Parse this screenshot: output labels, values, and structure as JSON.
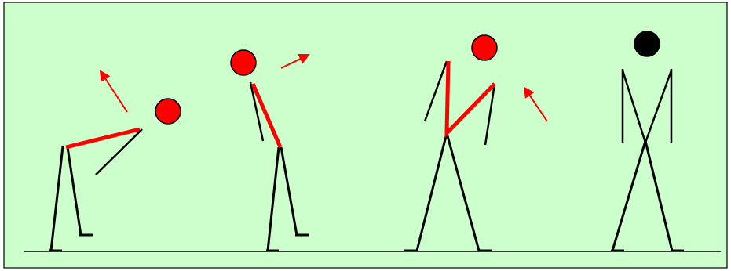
{
  "colors": {
    "background": "#ccffcc",
    "border": "#000000",
    "body": "#000000",
    "highlight": "#ff0000",
    "head_default": "#000000",
    "ground": "#000000"
  },
  "figures": [
    {
      "name": "figure-1-bent-over",
      "head_color": "highlight",
      "highlighted_segment": "back"
    },
    {
      "name": "figure-2-straightening",
      "head_color": "highlight",
      "highlighted_segment": "torso"
    },
    {
      "name": "figure-3-upright-arms-raised",
      "head_color": "highlight",
      "highlighted_segment": "arms"
    },
    {
      "name": "figure-4-standing",
      "head_color": "head_default",
      "highlighted_segment": "none"
    }
  ],
  "arrows": [
    {
      "name": "arrow-figure-1",
      "direction": "up-left"
    },
    {
      "name": "arrow-figure-2",
      "direction": "up-right"
    },
    {
      "name": "arrow-figure-3",
      "direction": "up-left"
    }
  ]
}
